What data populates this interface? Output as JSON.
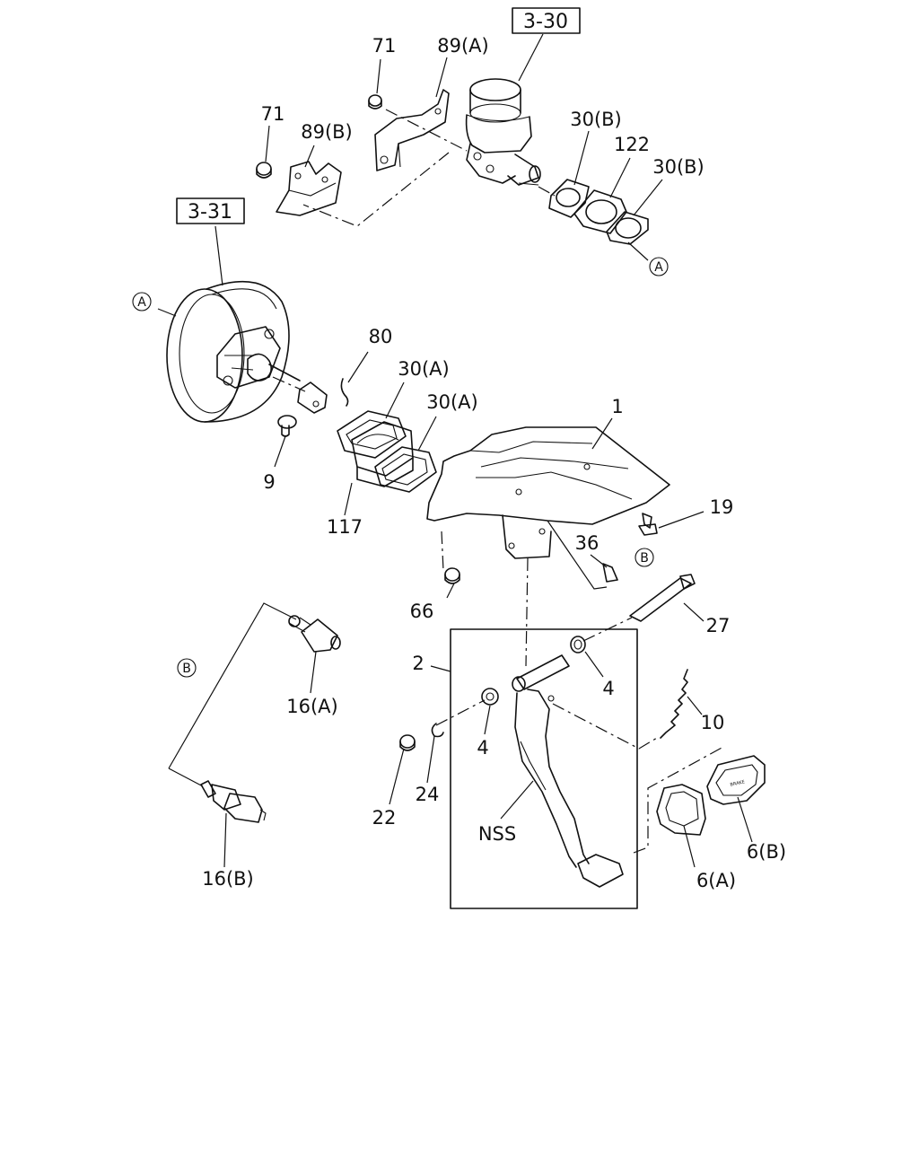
{
  "diagram": {
    "references": [
      "3-30",
      "3-31"
    ],
    "callouts": {
      "p71a": "71",
      "p89a": "89(A)",
      "p71b": "71",
      "p89b": "89(B)",
      "p30b_1": "30(B)",
      "p122": "122",
      "p30b_2": "30(B)",
      "p80": "80",
      "p30a_1": "30(A)",
      "p30a_2": "30(A)",
      "p9": "9",
      "p117": "117",
      "p1": "1",
      "p19": "19",
      "p36": "36",
      "p66": "66",
      "p27": "27",
      "p2": "2",
      "p4a": "4",
      "p4b": "4",
      "p10": "10",
      "p16a": "16(A)",
      "p16b": "16(B)",
      "p22": "22",
      "p24": "24",
      "pnss": "NSS",
      "p6a": "6(A)",
      "p6b": "6(B)"
    },
    "markers": {
      "a_top": "A",
      "a_left": "A",
      "b_right": "B",
      "b_left": "B"
    },
    "pad_text": "BRAKE"
  }
}
